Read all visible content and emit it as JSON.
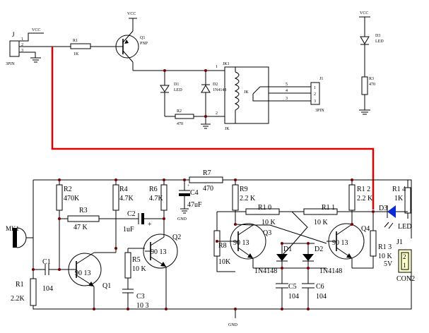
{
  "colors": {
    "wire": "#000000",
    "link": "#e00000",
    "node": "#7a0000",
    "led_body": "#0a2bd6",
    "connector_fill": "#ffffcc"
  },
  "relay_module": {
    "vcc_top": "VCC",
    "j_connector": {
      "ref": "J",
      "type": "3PIN",
      "pins": [
        "1",
        "2",
        "3"
      ],
      "vcc_pin_label": "VCC"
    },
    "r1": {
      "ref": "R1",
      "value": "1K"
    },
    "q1": {
      "ref": "Q1",
      "type": "PNP"
    },
    "d1": {
      "ref": "D1",
      "value": "LED"
    },
    "d2": {
      "ref": "D2",
      "value": "1N4148"
    },
    "r2": {
      "ref": "R2",
      "value": "470"
    },
    "jk1": {
      "ref": "JK1",
      "coil_label": "JK",
      "bottom_label": "JK",
      "pin_top": "1",
      "pin_bottom": "2",
      "contacts": [
        "5",
        "4",
        "3"
      ]
    },
    "j1": {
      "ref": "J1",
      "type": "3PIN",
      "pins": [
        "1",
        "2",
        "3"
      ]
    },
    "vcc_right": "VCC",
    "d3": {
      "ref": "D3",
      "value": "LED"
    },
    "r3": {
      "ref": "R3",
      "value": "470"
    }
  },
  "clap_switch": {
    "mk1": "MK1",
    "r1": {
      "ref": "R1",
      "value": "2.2K"
    },
    "c1": {
      "ref": "C1",
      "value": "104"
    },
    "r2": {
      "ref": "R2",
      "value": "470K"
    },
    "r3": {
      "ref": "R3",
      "value": "47 K"
    },
    "q1": {
      "ref": "Q1",
      "type": "90 13"
    },
    "r4": {
      "ref": "R4",
      "value": "4.7K"
    },
    "c2": {
      "ref": "C2",
      "value": "1uF",
      "plus": "+"
    },
    "r5": {
      "ref": "R5",
      "value": "10 K"
    },
    "c3": {
      "ref": "C3",
      "value": "10 3"
    },
    "r6": {
      "ref": "R6",
      "value": "4.7K"
    },
    "q2": {
      "ref": "Q2",
      "type": "90 13"
    },
    "c4": {
      "ref": "C4",
      "value": "47uF",
      "plus": "+"
    },
    "gnd_c4": "GND",
    "r7": {
      "ref": "R7",
      "value": "470"
    },
    "r8": {
      "ref": "R8",
      "value": "10K"
    },
    "r9": {
      "ref": "R9",
      "value": "2.2 K"
    },
    "r10": {
      "ref": "R1 0",
      "value": "10 K"
    },
    "q3": {
      "ref": "Q3",
      "type": "90 13"
    },
    "d1": {
      "ref": "D1",
      "value": "1N4148"
    },
    "d2": {
      "ref": "D2",
      "value": "1N4148"
    },
    "c5": {
      "ref": "C5",
      "value": "104"
    },
    "c6": {
      "ref": "C6",
      "value": "104"
    },
    "r11": {
      "ref": "R1 1",
      "value": "10 K"
    },
    "q4": {
      "ref": "Q4",
      "type": "90 13"
    },
    "r12": {
      "ref": "R1 2",
      "value": "2.2 K"
    },
    "r13": {
      "ref": "R1 3",
      "value": "10 K"
    },
    "d3": {
      "ref": "D3",
      "value": "LED"
    },
    "r14": {
      "ref": "R1 4",
      "value": "1K"
    },
    "j1": {
      "ref": "J1",
      "type": "CON2",
      "pins": [
        "2",
        "1"
      ],
      "supply": "5V"
    },
    "gnd_bottom": "GND"
  }
}
